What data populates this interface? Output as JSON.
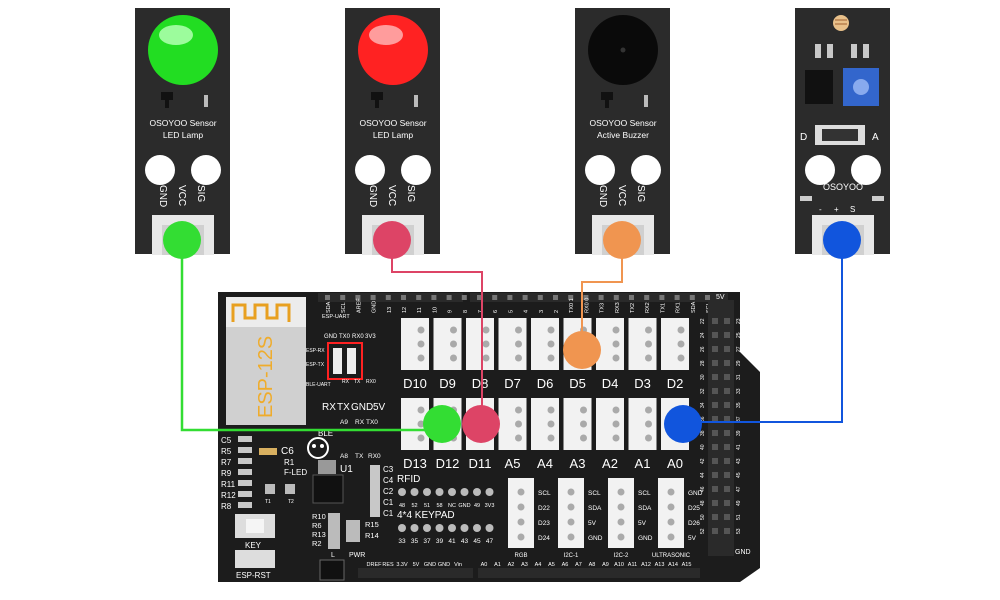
{
  "modules": {
    "led_green": {
      "label1": "OSOYOO Sensor",
      "label2": "LED Lamp",
      "pins": [
        "GND",
        "VCC",
        "SIG"
      ],
      "color": "#22dd22",
      "wire": "#33dd33"
    },
    "led_red": {
      "label1": "OSOYOO Sensor",
      "label2": "LED Lamp",
      "pins": [
        "GND",
        "VCC",
        "SIG"
      ],
      "color": "#ff2222",
      "wire": "#dd4466"
    },
    "buzzer": {
      "label1": "OSOYOO Sensor",
      "label2": "Active Buzzer",
      "pins": [
        "GND",
        "VCC",
        "SIG"
      ],
      "wire": "#f09550"
    },
    "ldr": {
      "label": "OSOYOO",
      "switch_left": "D",
      "switch_right": "A",
      "pins": [
        "-",
        "+",
        "S"
      ],
      "wire": "#1155dd"
    }
  },
  "board": {
    "wifi_module": "ESP-12S",
    "esp_header": [
      "GND",
      "TX0",
      "RX0",
      "3V3"
    ],
    "esp_labels": [
      "ESP-UART",
      "ESP-RX",
      "ESP-TX",
      "BLE-UART"
    ],
    "esp_small": [
      "RX",
      "TX",
      "RX0"
    ],
    "serial_labels": [
      "RX",
      "TX",
      "GND",
      "5V"
    ],
    "ble_label": "BLE",
    "ble_pins": [
      "A9",
      "RX",
      "TX0",
      "A8",
      "TX",
      "RX0"
    ],
    "top_header": [
      "SDA",
      "SCL",
      "AREF",
      "GND",
      "13",
      "12",
      "11",
      "10",
      "9",
      "8",
      "7",
      "6",
      "5",
      "4",
      "3",
      "2",
      "TX0 1",
      "RX0 0",
      "TX3",
      "RX3",
      "TX2",
      "RX2",
      "TX1",
      "RX1",
      "SDA",
      "SCL"
    ],
    "row1_ports": [
      "D10",
      "D9",
      "D8",
      "D7",
      "D6",
      "D5",
      "D4",
      "D3",
      "D2"
    ],
    "row2_ports": [
      "D13",
      "D12",
      "D11",
      "A5",
      "A4",
      "A3",
      "A2",
      "A1",
      "A0"
    ],
    "left_components": [
      "C5",
      "R5",
      "R7",
      "R9",
      "R11",
      "R12",
      "R8"
    ],
    "c6": "C6",
    "r1": "R1",
    "fled": "F-LED",
    "u1": "U1",
    "t_labels": [
      "T1",
      "T2"
    ],
    "caps": [
      "C3",
      "C4",
      "C2",
      "C1",
      "C1"
    ],
    "rfid": "RFID",
    "rfid_pins": [
      "48",
      "52",
      "51",
      "58",
      "NC",
      "GND",
      "49",
      "3V3"
    ],
    "keypad": "4*4 KEYPAD",
    "keypad_pins": [
      "33",
      "35",
      "37",
      "39",
      "41",
      "43",
      "45",
      "47"
    ],
    "resistors2": [
      "R10",
      "R6",
      "R13",
      "R2",
      "R15",
      "R14"
    ],
    "key": "KEY",
    "esp_rst": "ESP-RST",
    "led_labels": [
      "L",
      "PWR"
    ],
    "bottom_power": [
      "DREF",
      "RES",
      "3.3V",
      "5V",
      "GND",
      "GND",
      "Vin"
    ],
    "bottom_analog": [
      "A0",
      "A1",
      "A2",
      "A3",
      "A4",
      "A5",
      "A6",
      "A7",
      "A8",
      "A9",
      "A10",
      "A11",
      "A12",
      "A13",
      "A14",
      "A15"
    ],
    "right_header_top": "5V",
    "right_header_bottom": "GND",
    "right_header_nums": [
      "22",
      "24",
      "26",
      "28",
      "30",
      "32",
      "34",
      "36",
      "38",
      "40",
      "42",
      "44",
      "46",
      "48",
      "50",
      "52"
    ],
    "right_header_nums2": [
      "23",
      "25",
      "27",
      "29",
      "31",
      "33",
      "35",
      "37",
      "39",
      "41",
      "43",
      "45",
      "47",
      "49",
      "51",
      "53"
    ],
    "connectors": [
      {
        "name": "RGB",
        "pins": [
          "SCL",
          "D22",
          "D23",
          "D24"
        ]
      },
      {
        "name": "I2C-1",
        "pins": [
          "SCL",
          "SDA",
          "5V",
          "GND"
        ]
      },
      {
        "name": "I2C-2",
        "pins": [
          "SCL",
          "SDA",
          "5V",
          "GND"
        ]
      },
      {
        "name": "ULTRASONIC",
        "pins": [
          "GND",
          "D25",
          "D26",
          "5V"
        ]
      }
    ]
  }
}
